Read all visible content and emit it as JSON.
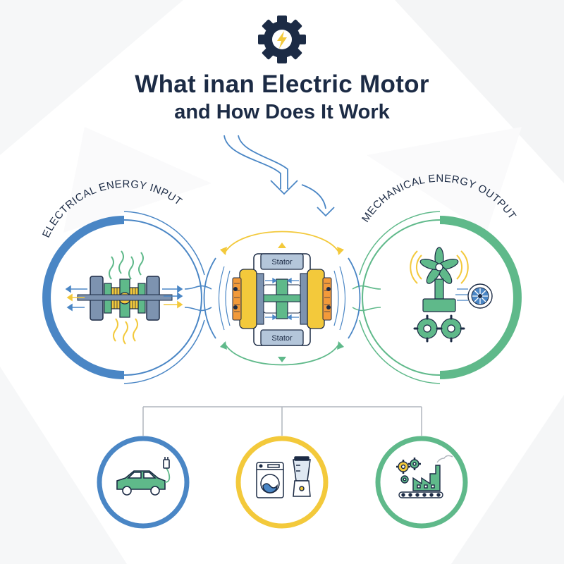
{
  "title": {
    "line1": "What inan Electric Motor",
    "line2": "and How Does It Work"
  },
  "input_label": "ELECTRICAL ENERGY INPUT",
  "output_label": "MECHANICAL ENERGY OUTPUT",
  "stator_label": "Stator",
  "icons": {
    "header": "gear-lightning-icon",
    "applications": [
      "electric-car-icon",
      "washing-machine-blender-icon",
      "factory-conveyor-icon"
    ]
  },
  "colors": {
    "blue": "#4a86c5",
    "green": "#5fb98a",
    "yellow": "#f3c93b",
    "navy": "#1c2b45",
    "orange": "#f29a3a"
  }
}
